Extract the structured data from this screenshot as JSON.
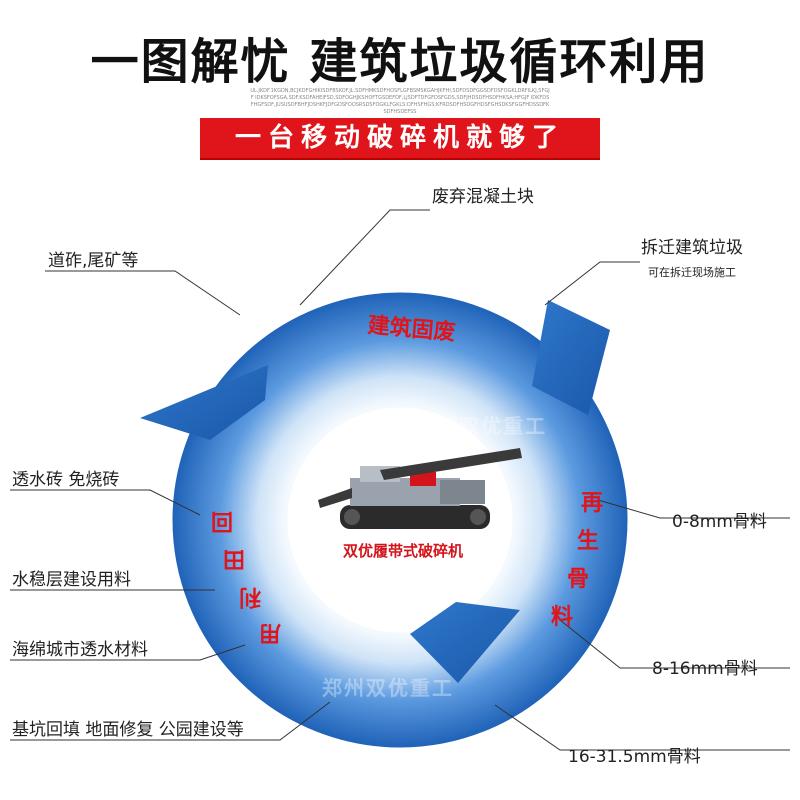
{
  "title": "一图解忧 建筑垃圾循环利用",
  "fine_text": "UL.JKDF.1KGDN,BCJKDFGHIKISDFBSKOF.JL.SDFHMKSDFHOSFLGFBSMSKGAHJKFHI,SDFDSDFGGSDFDSFOGKLDRFILKJ,SFGJF IDKSFOFSGA,SDF.KSDFAHEIFSD,SDFOGHJKSHOFTGSDEFDF,LJSDFTDFGFDSFGDS,SDFJHDSDFHSDFHKSA;HFGJF IDKFDSFHGFSDF,JUSUSDFBHFJDSHKFJDFGDSFOOSRSDSFOGKLFGKLS:DFHSFHGS;KFRDSDFHSDGFHDSFGHSDKSFGGFHDSSDFKSDFHSDEFSS",
  "headline": "一台移动破碎机就够了",
  "ring": {
    "top_label": "建筑固废",
    "right_label": "再生骨料",
    "left_label": "回田利用"
  },
  "center": {
    "caption": "双优履带式破碎机"
  },
  "watermark": "郑州双优重工",
  "callouts": {
    "waste_concrete": "废弃混凝土块",
    "demolition_waste": "拆迁建筑垃圾",
    "demolition_note": "可在拆迁现场施工",
    "ballast_tailings": "道砟,尾矿等",
    "permeable_brick": "透水砖 免烧砖",
    "stabilized_layer": "水稳层建设用料",
    "sponge_city": "海绵城市透水材料",
    "backfill": "基坑回填 地面修复 公园建设等",
    "agg_0_8": "0-8mm骨料",
    "agg_8_16": "8-16mm骨料",
    "agg_16_31": "16-31.5mm骨料"
  },
  "colors": {
    "red": "#e0151b",
    "blue_dark": "#1c5fb5",
    "blue_light": "#cfe3f7"
  }
}
